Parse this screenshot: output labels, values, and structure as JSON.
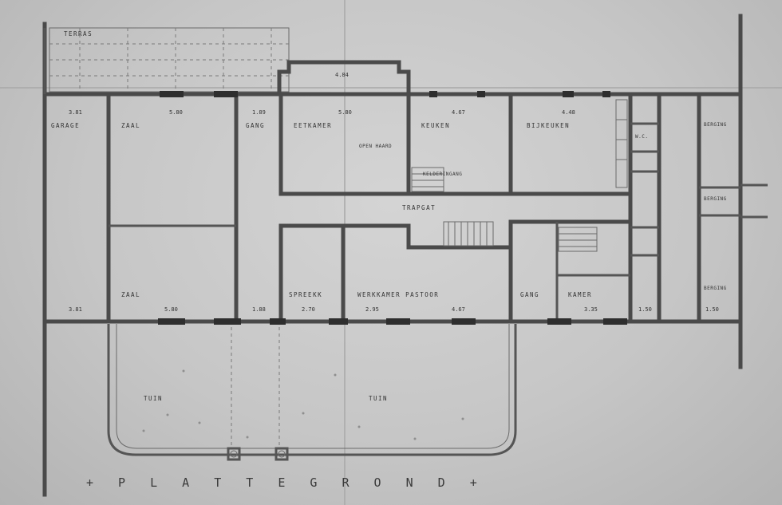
{
  "title": "+ P L A T T E G R O N D +",
  "rooms": {
    "terras": "TERRAS",
    "garage": "GARAGE",
    "zaal_top": "ZAAL",
    "gang_top": "GANG",
    "eetkamer": "EETKAMER",
    "keuken": "KEUKEN",
    "bijkeuken": "BIJKEUKEN",
    "open_haard": "OPEN HAARD",
    "kelderingang": "KELDERINGANG",
    "trapgat": "TRAPGAT",
    "zaal_bottom": "ZAAL",
    "spreekk": "SPREEKK",
    "werkkamer": "WERKKAMER PASTOOR",
    "gang_bottom": "GANG",
    "kamer": "KAMER",
    "wc": "W.C.",
    "berging_1": "BERGING",
    "berging_2": "BERGING",
    "berging_3": "BERGING",
    "tuin_left": "TUIN",
    "tuin_right": "TUIN"
  },
  "dimensions": {
    "d_top_381": "3.81",
    "d_top_580": "5.80",
    "d_top_189": "1.89",
    "d_top_580b": "5.80",
    "d_top_467": "4.67",
    "d_top_448": "4.48",
    "d_top_484": "4.84",
    "d_bot_381": "3.81",
    "d_bot_580": "5.80",
    "d_bot_188": "1.88",
    "d_bot_270": "2.70",
    "d_bot_295": "2.95",
    "d_bot_467": "4.67",
    "d_bot_335": "3.35",
    "d_bot_150": "1.50",
    "d_right_150": "1.50"
  }
}
